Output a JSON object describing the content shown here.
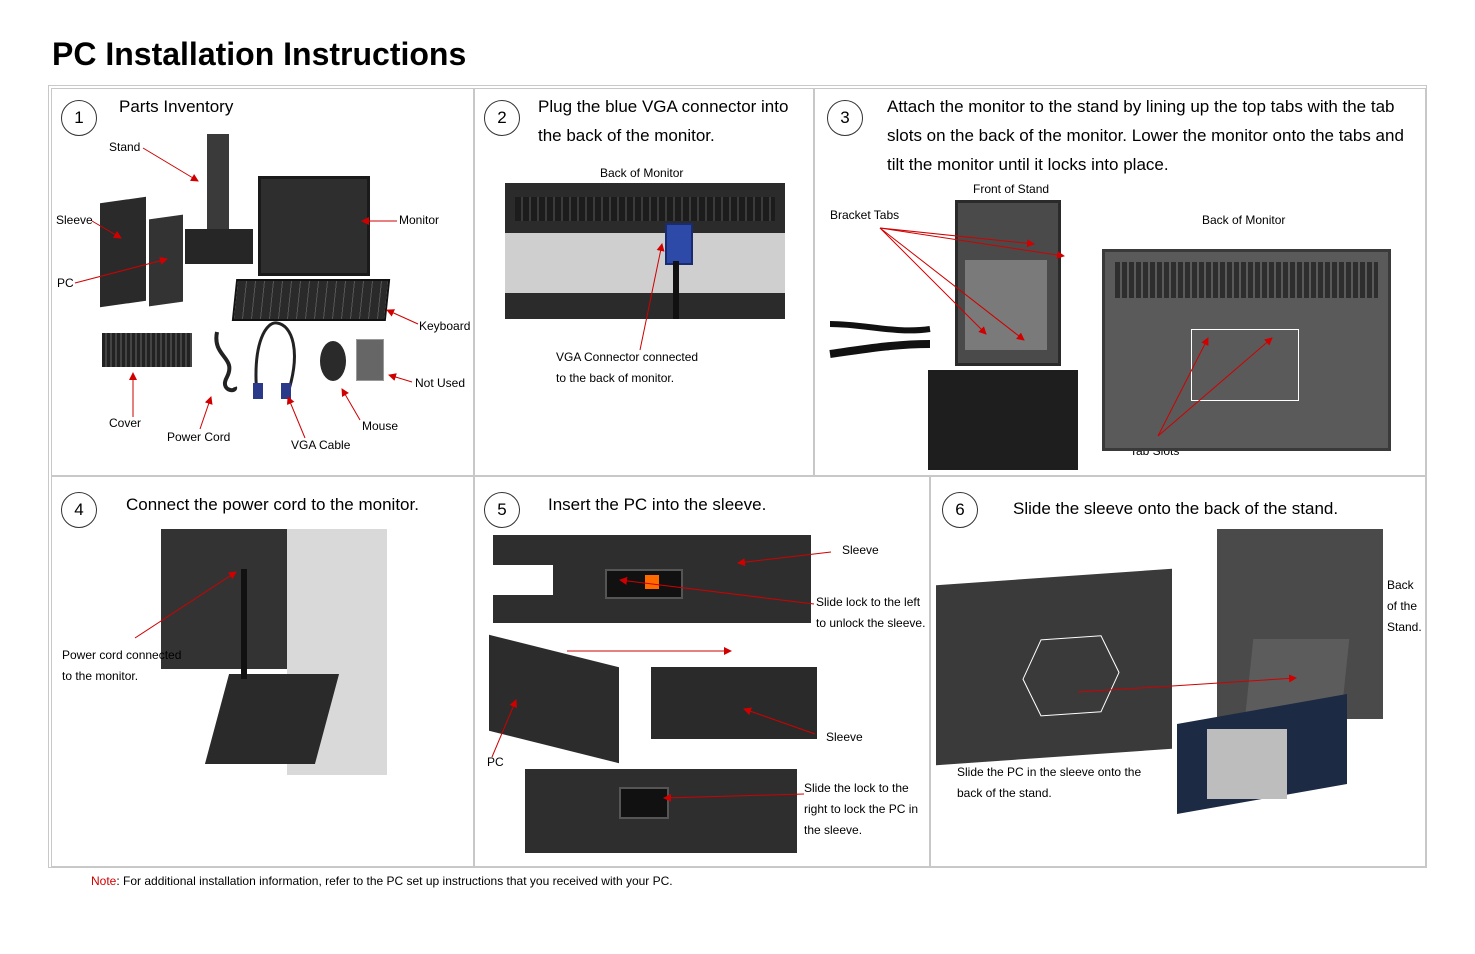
{
  "page": {
    "title": "PC Installation Instructions",
    "note_label": "Note",
    "note_text": ": For additional installation information, refer to the PC set up instructions that you received with your PC."
  },
  "accent_color": "#d00000",
  "steps": [
    {
      "number": "1",
      "heading": "Parts Inventory",
      "labels": {
        "stand": "Stand",
        "sleeve": "Sleeve",
        "pc": "PC",
        "monitor": "Monitor",
        "keyboard": "Keyboard",
        "not_used": "Not Used",
        "cover": "Cover",
        "power_cord": "Power Cord",
        "vga_cable": "VGA Cable",
        "mouse": "Mouse"
      }
    },
    {
      "number": "2",
      "heading_line1": "Plug the blue VGA connector into",
      "heading_line2": "the back of the monitor.",
      "labels": {
        "back_of_monitor": "Back of Monitor",
        "vga_line1": "VGA Connector connected",
        "vga_line2": "to the back of monitor."
      }
    },
    {
      "number": "3",
      "heading_line1": "Attach the monitor to the stand by lining up the top tabs with the tab",
      "heading_line2": "slots on the back of the monitor.  Lower the monitor onto the tabs and",
      "heading_line3": "tilt the monitor until it locks into place.",
      "labels": {
        "front_of_stand": "Front of Stand",
        "bracket_tabs": "Bracket Tabs",
        "back_of_monitor": "Back of Monitor",
        "tab_slots": "Tab Slots"
      }
    },
    {
      "number": "4",
      "heading": "Connect the power cord to the monitor.",
      "labels": {
        "power_line1": "Power cord connected",
        "power_line2": "to the monitor."
      }
    },
    {
      "number": "5",
      "heading": "Insert the PC into the sleeve.",
      "labels": {
        "sleeve_top": "Sleeve",
        "unlock_line1": "Slide lock to the left",
        "unlock_line2": "to unlock the sleeve.",
        "sleeve_mid": "Sleeve",
        "pc": "PC",
        "lock_line1": "Slide the lock to the",
        "lock_line2": "right to lock the PC in",
        "lock_line3": "the sleeve."
      }
    },
    {
      "number": "6",
      "heading": "Slide the sleeve onto the back of the stand.",
      "labels": {
        "back_line1": "Back",
        "back_line2": "of the",
        "back_line3": "Stand.",
        "slide_line1": "Slide the PC in the sleeve onto the",
        "slide_line2": "back of the stand."
      }
    }
  ]
}
